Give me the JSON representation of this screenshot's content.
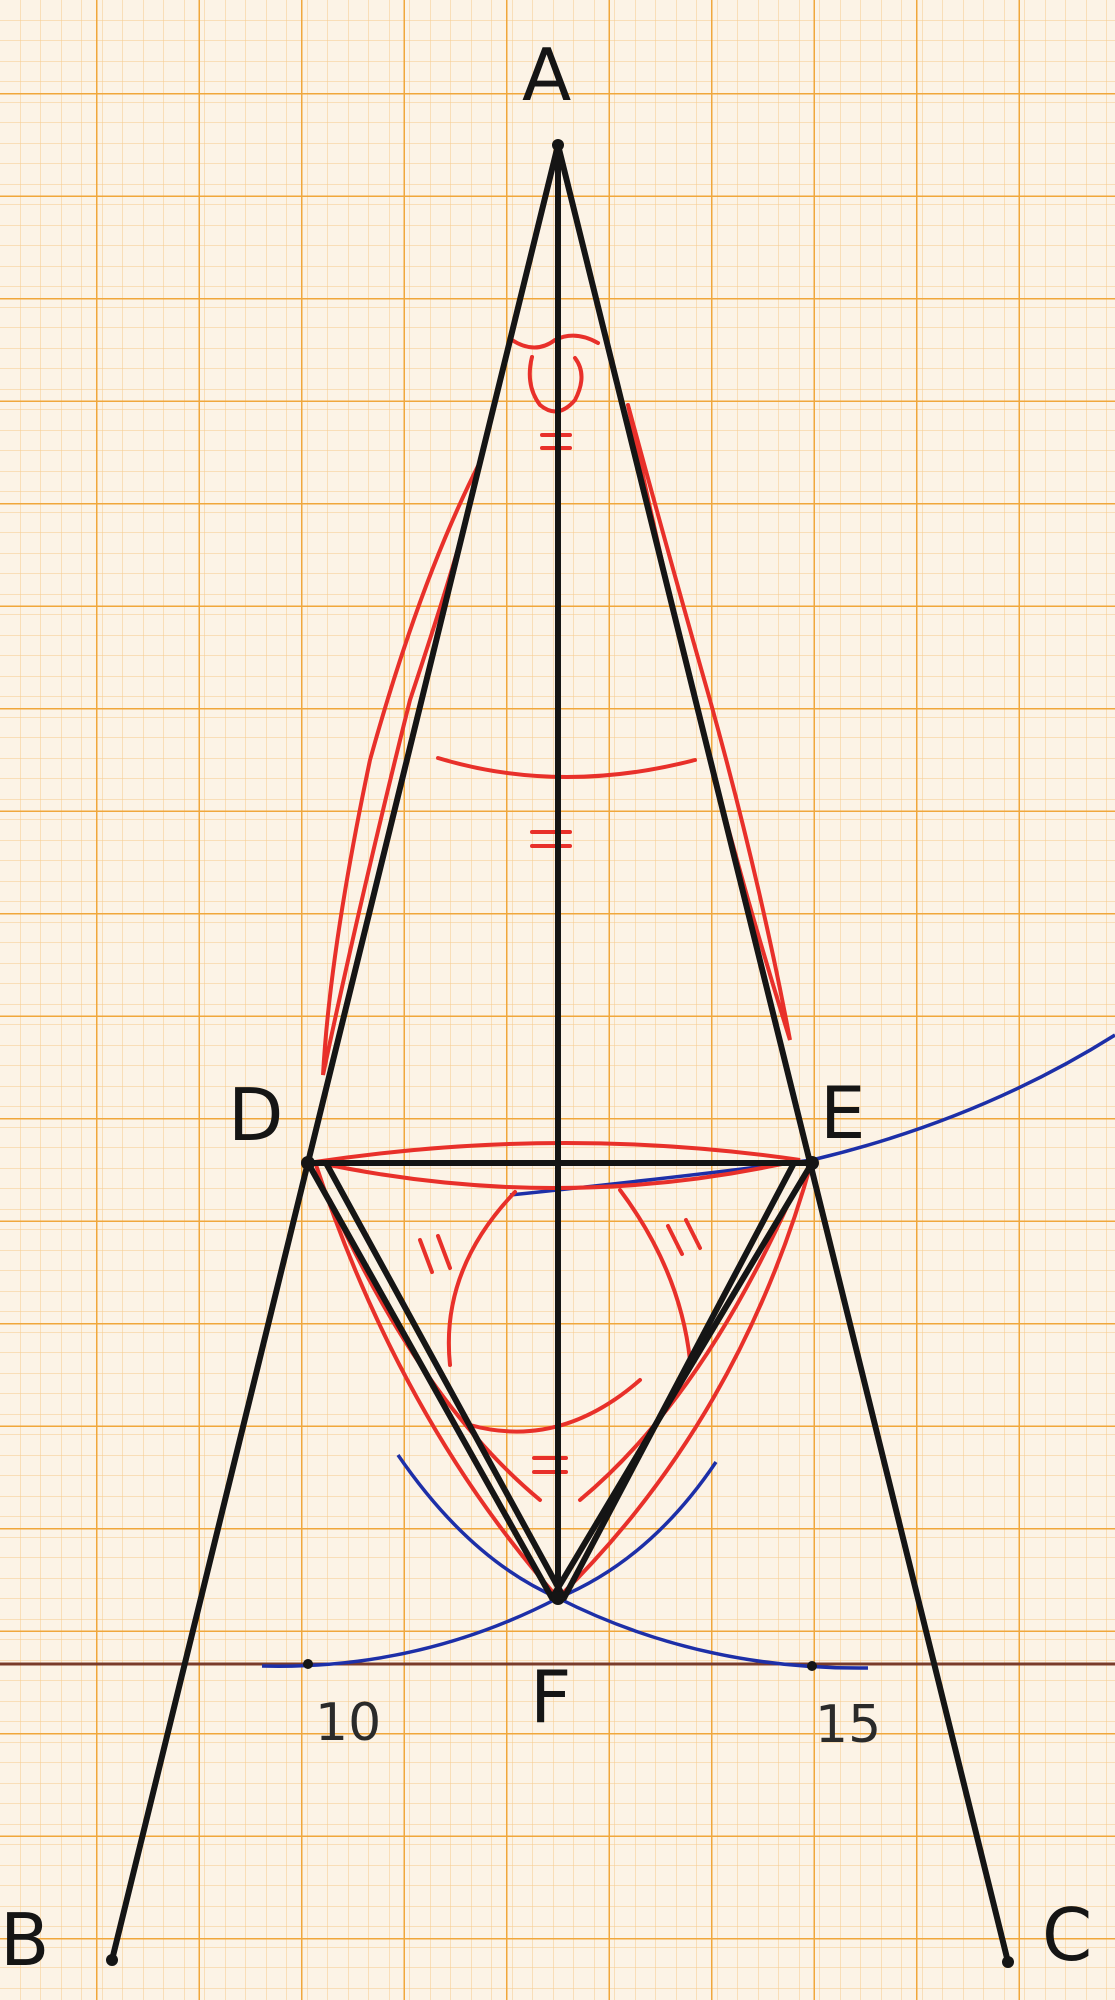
{
  "points": {
    "A": "A",
    "B": "B",
    "C": "C",
    "D": "D",
    "E": "E",
    "F": "F"
  },
  "axis": {
    "tick_left": "10",
    "tick_right": "15"
  },
  "marks": {
    "equal_single": "=",
    "equal_tick": "//"
  },
  "colors": {
    "paper": "#fcf3e6",
    "grid_major": "#f0a73c",
    "grid_minor": "#f6c98a",
    "construction": "#151515",
    "angle_marks": "#e8302a",
    "arcs": "#1d2fa8",
    "axis_line": "#7a3b2a"
  }
}
